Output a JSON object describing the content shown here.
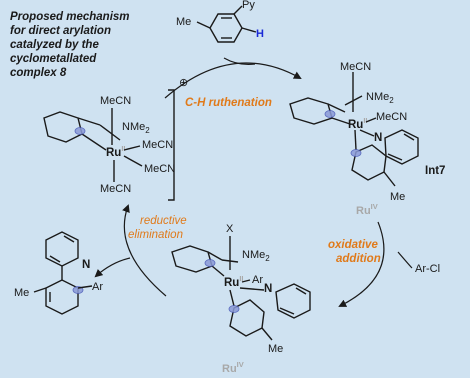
{
  "title_lines": [
    "Proposed mechanism",
    "for direct arylation",
    "catalyzed by the",
    "cyclometallated",
    "complex 8"
  ],
  "labels": {
    "mecn": "MeCN",
    "nme2": "NMe",
    "sub2": "2",
    "ru": "Ru",
    "n": "N",
    "me": "Me",
    "x": "X",
    "ar": "Ar",
    "py": "Py",
    "h": "H",
    "plus": "⊕",
    "ar_cl": "Ar-Cl",
    "int7": "Int7",
    "ru4": "Ru",
    "iv": "IV",
    "roman_ii": "II"
  },
  "steps": {
    "ch_ruthenation": "C-H ruthenation",
    "oxidative_1": "oxidative",
    "oxidative_2": "addition",
    "reductive_1": "reductive",
    "reductive_2": "elimination"
  },
  "colors": {
    "background": "#cfe2f1",
    "step_label": "#e07a1a",
    "hydrogen": "#1a2ad6",
    "ru_oxidation_state": "#a8a8a8",
    "highlight_spot": "#8a9ad8"
  }
}
